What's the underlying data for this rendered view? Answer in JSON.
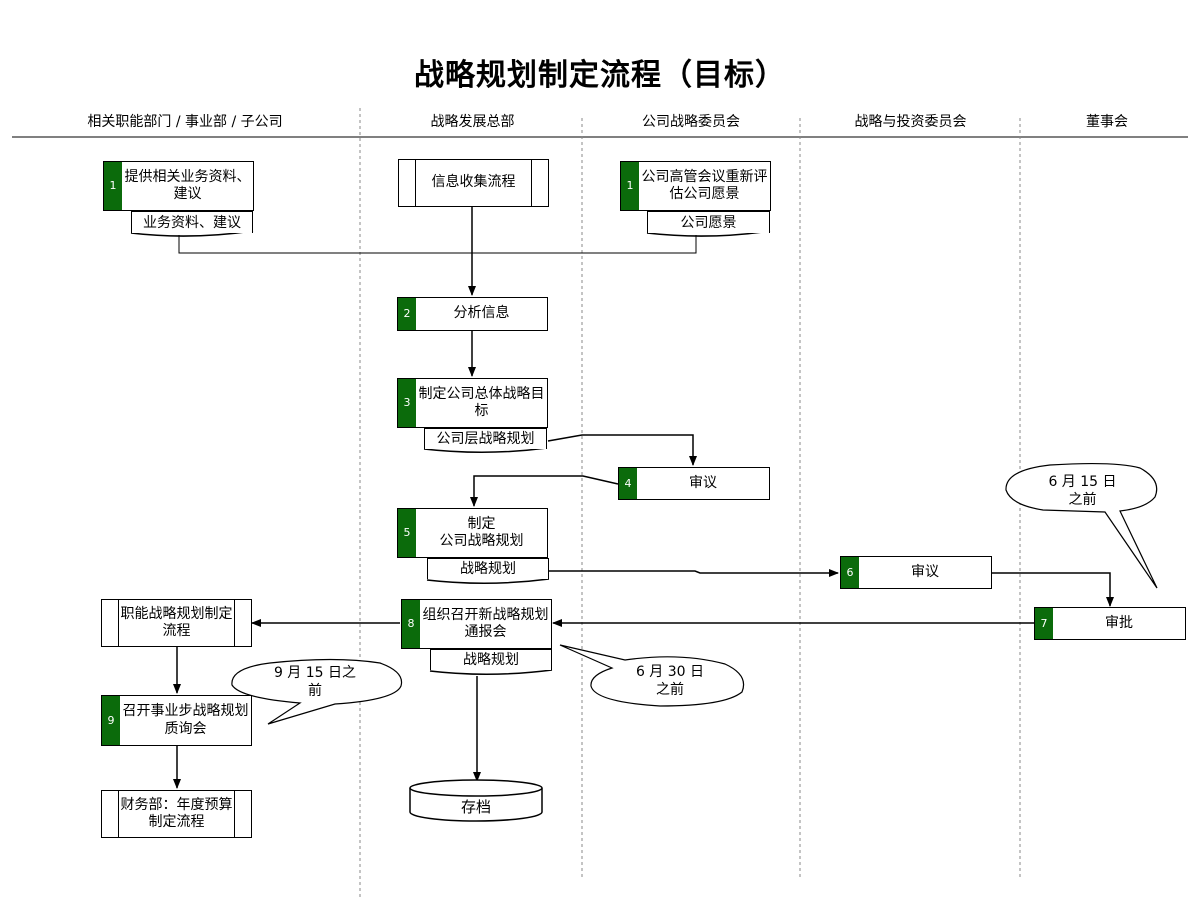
{
  "title": "战略规划制定流程（目标）",
  "lanes": [
    "相关职能部门 / 事业部 / 子公司",
    "战略发展总部",
    "公司战略委员会",
    "战略与投资委员会",
    "董事会"
  ],
  "steps": {
    "s1a": {
      "num": "1",
      "text": "提供相关业务资料、建议"
    },
    "s1a_doc": "业务资料、建议",
    "info_process": "信息收集流程",
    "s1b": {
      "num": "1",
      "text": "公司高管会议重新评估公司愿景"
    },
    "s1b_doc": "公司愿景",
    "s2": {
      "num": "2",
      "text": "分析信息"
    },
    "s3": {
      "num": "3",
      "text": "制定公司总体战略目标"
    },
    "s3_doc": "公司层战略规划",
    "s4": {
      "num": "4",
      "text": "审议"
    },
    "s5": {
      "num": "5",
      "text": "制定\n公司战略规划"
    },
    "s5_doc": "战略规划",
    "s6": {
      "num": "6",
      "text": "审议"
    },
    "s7": {
      "num": "7",
      "text": "审批"
    },
    "s8": {
      "num": "8",
      "text": "组织召开新战略规划通报会"
    },
    "s8_doc": "战略规划",
    "func_process": "职能战略规划制定流程",
    "s9": {
      "num": "9",
      "text": "召开事业步战略规划质询会"
    },
    "finance_process": "财务部：年度预算制定流程",
    "archive": "存档"
  },
  "callouts": {
    "c1": "6 月 15 日\n之前",
    "c2": "6 月 30 日\n之前",
    "c3": "9 月 15 日之\n前"
  }
}
